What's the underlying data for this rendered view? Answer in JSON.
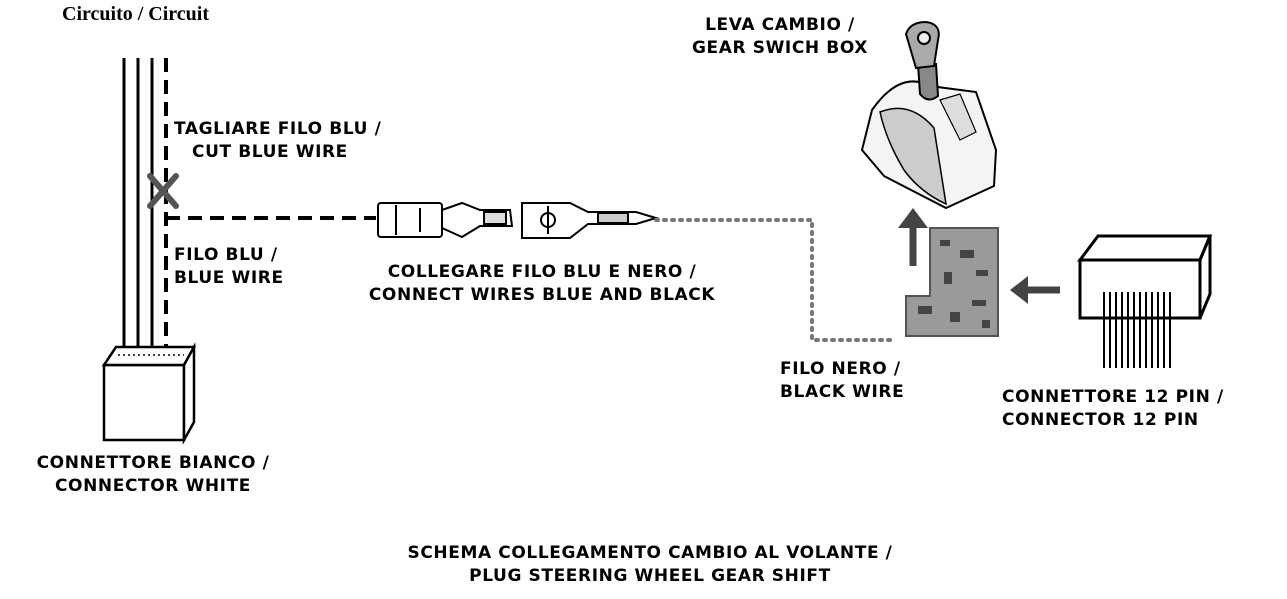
{
  "circuit_title": "Circuito / Circuit",
  "labels": {
    "cut_wire": [
      "TAGLIARE FILO BLU /",
      "CUT BLUE WIRE"
    ],
    "blue_wire": [
      "FILO BLU /",
      "BLUE WIRE"
    ],
    "connect_wires": [
      "COLLEGARE FILO BLU E NERO /",
      "CONNECT WIRES BLUE AND BLACK"
    ],
    "gear_box": [
      "LEVA CAMBIO /",
      "GEAR SWICH BOX"
    ],
    "black_wire": [
      "FILO NERO /",
      "BLACK WIRE"
    ],
    "connector_12": [
      "CONNETTORE 12 PIN /",
      "CONNECTOR 12 PIN"
    ],
    "connector_white": [
      "CONNETTORE BIANCO /",
      "CONNECTOR WHITE"
    ],
    "title": [
      "SCHEMA COLLEGAMENTO CAMBIO AL VOLANTE /",
      "PLUG STEERING WHEEL GEAR SHIFT"
    ]
  },
  "colors": {
    "ink": "#000000",
    "cut_mark": "#555555",
    "dotted": "#777777",
    "board": "#9a9a9a",
    "background": "#ffffff"
  }
}
